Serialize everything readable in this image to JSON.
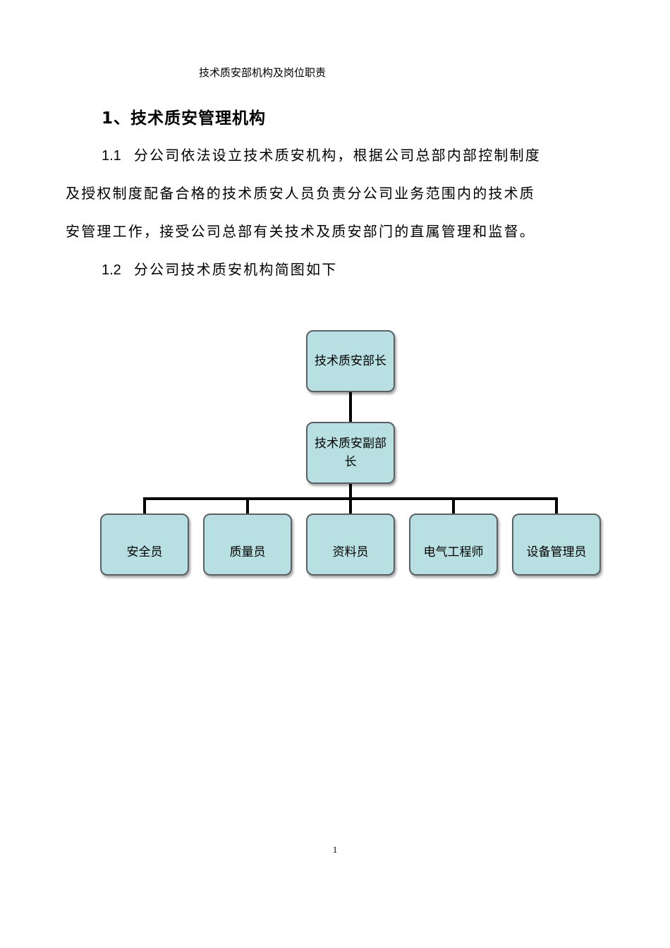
{
  "header": "技术质安部机构及岗位职责",
  "section_title": "1、技术质安管理机构",
  "para1": {
    "number": "1.1",
    "line1": "分公司依法设立技术质安机构，根据公司总部内部控制制度",
    "line2": "及授权制度配备合格的技术质安人员负责分公司业务范围内的技术质",
    "line3": "安管理工作，接受公司总部有关技术及质安部门的直属管理和监督。"
  },
  "para2": {
    "number": "1.2",
    "text": "分公司技术质安机构简图如下"
  },
  "org_chart": {
    "head": "技术质安部长",
    "deputy": "技术质安副部长",
    "staff": [
      "安全员",
      "质量员",
      "资料员",
      "电气工程师",
      "设备管理员"
    ]
  },
  "page_number": "1"
}
